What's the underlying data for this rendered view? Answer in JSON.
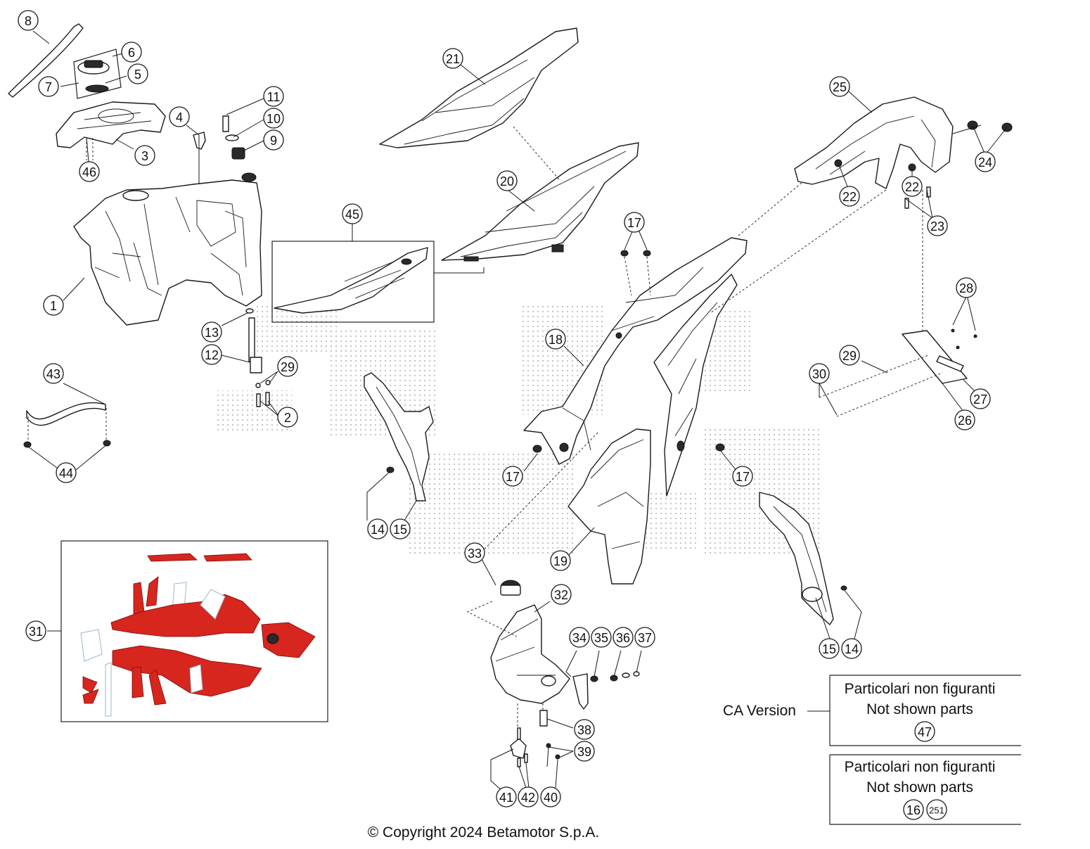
{
  "callouts": [
    {
      "id": "c1",
      "label": "1"
    },
    {
      "id": "c2",
      "label": "2"
    },
    {
      "id": "c3",
      "label": "3"
    },
    {
      "id": "c4",
      "label": "4"
    },
    {
      "id": "c5",
      "label": "5"
    },
    {
      "id": "c6",
      "label": "6"
    },
    {
      "id": "c7",
      "label": "7"
    },
    {
      "id": "c8",
      "label": "8"
    },
    {
      "id": "c9",
      "label": "9"
    },
    {
      "id": "c10",
      "label": "10"
    },
    {
      "id": "c11",
      "label": "11"
    },
    {
      "id": "c12",
      "label": "12"
    },
    {
      "id": "c13",
      "label": "13"
    },
    {
      "id": "c14a",
      "label": "14"
    },
    {
      "id": "c14b",
      "label": "14"
    },
    {
      "id": "c15a",
      "label": "15"
    },
    {
      "id": "c15b",
      "label": "15"
    },
    {
      "id": "c17a",
      "label": "17"
    },
    {
      "id": "c17b",
      "label": "17"
    },
    {
      "id": "c17c",
      "label": "17"
    },
    {
      "id": "c18",
      "label": "18"
    },
    {
      "id": "c19",
      "label": "19"
    },
    {
      "id": "c20",
      "label": "20"
    },
    {
      "id": "c21",
      "label": "21"
    },
    {
      "id": "c22a",
      "label": "22"
    },
    {
      "id": "c22b",
      "label": "22"
    },
    {
      "id": "c23",
      "label": "23"
    },
    {
      "id": "c24",
      "label": "24"
    },
    {
      "id": "c25",
      "label": "25"
    },
    {
      "id": "c26",
      "label": "26"
    },
    {
      "id": "c27",
      "label": "27"
    },
    {
      "id": "c28",
      "label": "28"
    },
    {
      "id": "c29a",
      "label": "29"
    },
    {
      "id": "c29b",
      "label": "29"
    },
    {
      "id": "c30",
      "label": "30"
    },
    {
      "id": "c31",
      "label": "31"
    },
    {
      "id": "c32",
      "label": "32"
    },
    {
      "id": "c33",
      "label": "33"
    },
    {
      "id": "c34",
      "label": "34"
    },
    {
      "id": "c35",
      "label": "35"
    },
    {
      "id": "c36",
      "label": "36"
    },
    {
      "id": "c37",
      "label": "37"
    },
    {
      "id": "c38",
      "label": "38"
    },
    {
      "id": "c39",
      "label": "39"
    },
    {
      "id": "c40",
      "label": "40"
    },
    {
      "id": "c41",
      "label": "41"
    },
    {
      "id": "c42",
      "label": "42"
    },
    {
      "id": "c43",
      "label": "43"
    },
    {
      "id": "c44",
      "label": "44"
    },
    {
      "id": "c45",
      "label": "45"
    },
    {
      "id": "c46",
      "label": "46"
    },
    {
      "id": "c47",
      "label": "47"
    },
    {
      "id": "c16",
      "label": "16"
    },
    {
      "id": "c251",
      "label": "251"
    }
  ],
  "ca_version_label": "CA Version",
  "not_shown_box_1": {
    "line_it": "Particolari non figuranti",
    "line_en": "Not shown parts"
  },
  "not_shown_box_2": {
    "line_it": "Particolari non figuranti",
    "line_en": "Not shown parts"
  },
  "copyright": "© Copyright 2024 Betamotor S.p.A."
}
